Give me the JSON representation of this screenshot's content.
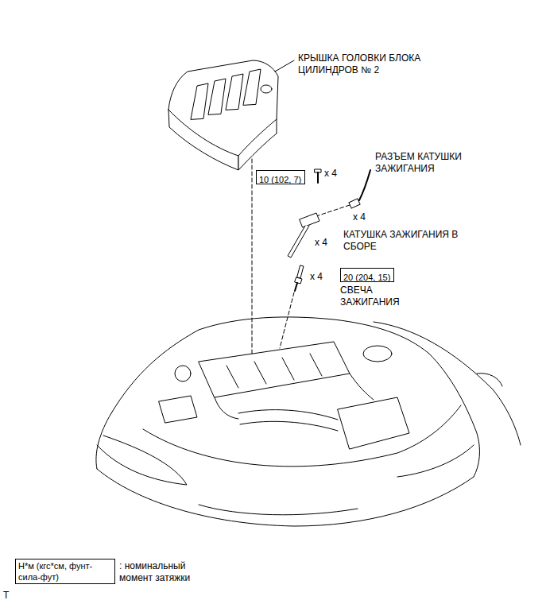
{
  "diagram": {
    "nodes": [
      {
        "text": [
          "10 (102, 7)"
        ]
      },
      {
        "text": [
          "20 (204, 15)"
        ]
      },
      {
        "text": [
          "Н*м (кгс*см, фунт-сила-фут)"
        ]
      }
    ],
    "labels": [
      "КРЫШКА ГОЛОВКИ БЛОКА ЦИЛИНДРОВ № 2",
      "x 4",
      "РАЗЪЕМ КАТУШКИ ЗАЖИГАНИЯ",
      "x 4",
      "КАТУШКА ЗАЖИГАНИЯ В СБОРЕ",
      "x 4",
      "x 4",
      "СВЕЧА ЗАЖИГАНИЯ",
      ": номинальный момент затяжки",
      "T"
    ]
  }
}
